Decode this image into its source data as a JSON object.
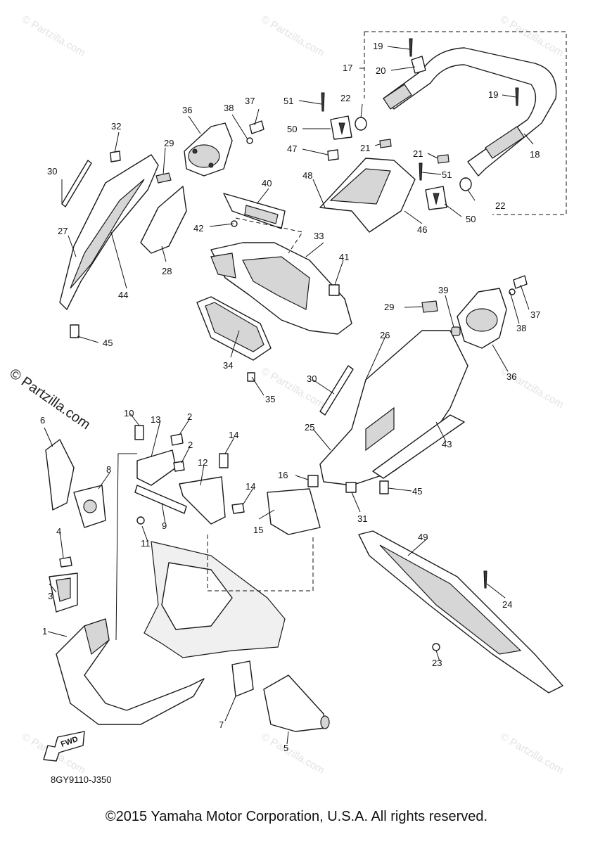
{
  "watermark": "© Partzilla.com",
  "side_watermark": "© Partzilla.com",
  "diagram_code": "8GY9110-J350",
  "fwd_label": "FWD",
  "copyright": "©2015 Yamaha Motor Corporation, U.S.A. All rights reserved.",
  "callouts": [
    "1",
    "2",
    "2",
    "3",
    "4",
    "5",
    "6",
    "7",
    "8",
    "9",
    "10",
    "11",
    "12",
    "13",
    "14",
    "14",
    "15",
    "16",
    "17",
    "18",
    "19",
    "19",
    "20",
    "21",
    "21",
    "22",
    "22",
    "23",
    "24",
    "25",
    "26",
    "27",
    "28",
    "29",
    "29",
    "30",
    "30",
    "31",
    "32",
    "33",
    "34",
    "35",
    "36",
    "36",
    "37",
    "37",
    "38",
    "38",
    "39",
    "40",
    "41",
    "42",
    "43",
    "44",
    "45",
    "45",
    "46",
    "47",
    "48",
    "49",
    "50",
    "50",
    "51",
    "51"
  ]
}
